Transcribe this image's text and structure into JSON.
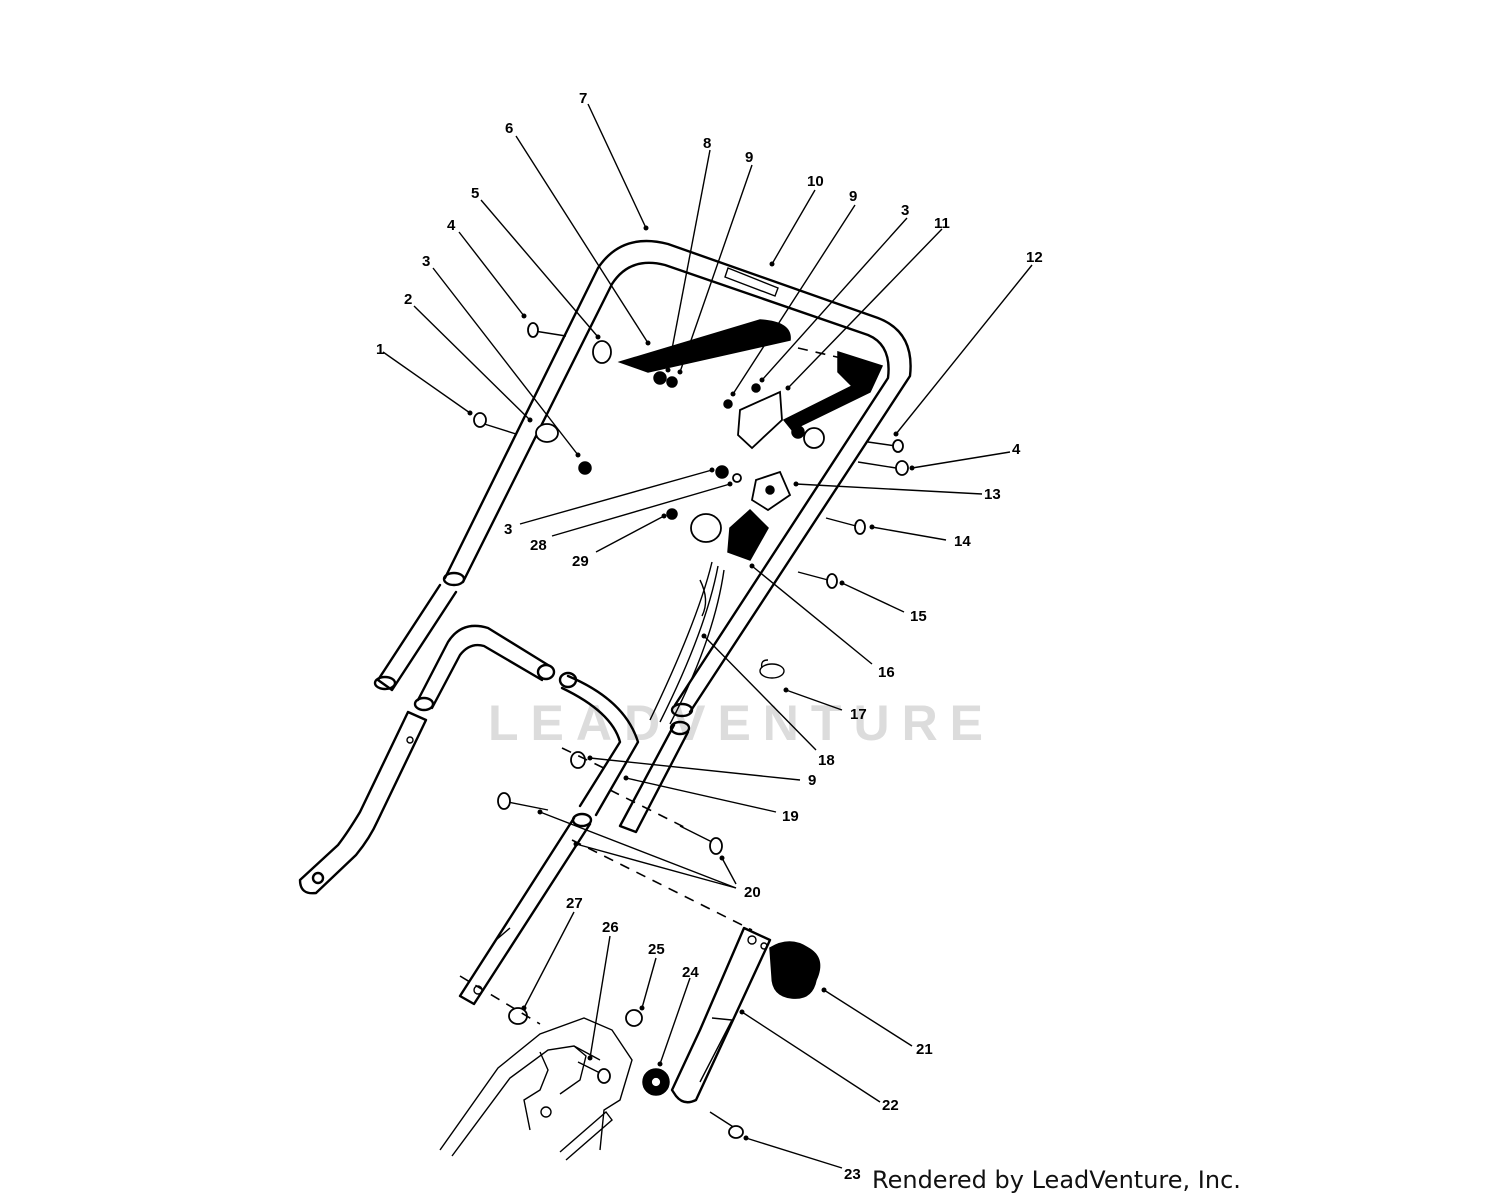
{
  "watermark": "LEADVENTURE",
  "credit": "Rendered by LeadVenture, Inc.",
  "callouts": [
    "1",
    "2",
    "3",
    "4",
    "5",
    "6",
    "7",
    "8",
    "9",
    "10",
    "9",
    "3",
    "11",
    "12",
    "4",
    "13",
    "3",
    "28",
    "29",
    "14",
    "15",
    "16",
    "17",
    "18",
    "9",
    "19",
    "20",
    "27",
    "26",
    "25",
    "24",
    "21",
    "22",
    "23"
  ]
}
